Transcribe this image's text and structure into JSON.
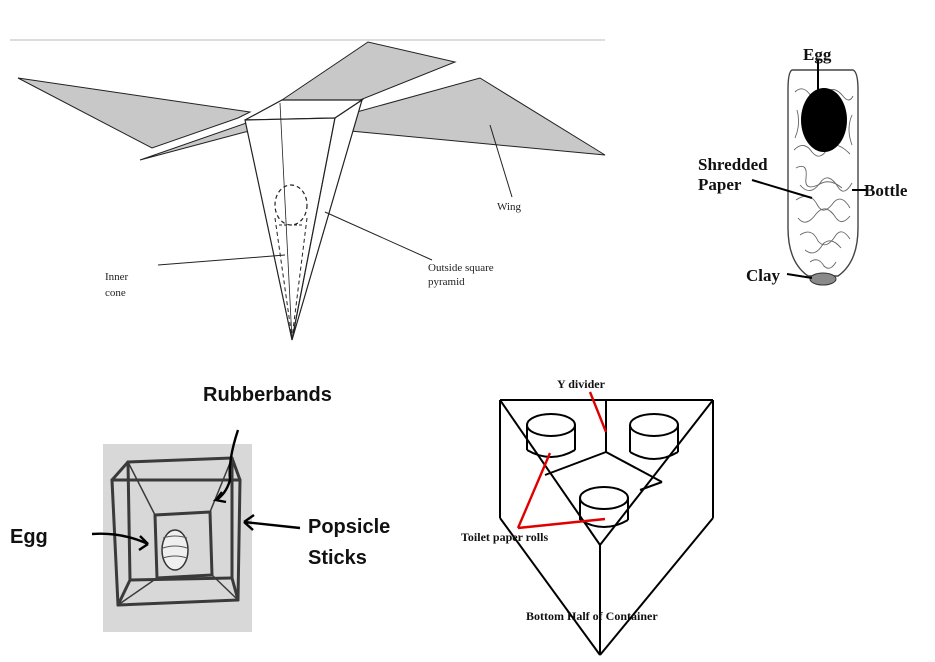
{
  "colors": {
    "wing_fill": "#c8c8c8",
    "line": "#222222",
    "pointer_red": "#e00000",
    "clay": "#8a8a8a",
    "egg": "#000000",
    "photo_bg": "#d8d8d8"
  },
  "diagram_1": {
    "labels": {
      "wing": "Wing",
      "inner_cone_line1": "Inner",
      "inner_cone_line2": "cone",
      "pyramid_line1": "Outside square",
      "pyramid_line2": "pyramid"
    }
  },
  "diagram_2": {
    "labels": {
      "egg": "Egg",
      "shredded_line1": "Shredded",
      "shredded_line2": "Paper",
      "bottle": "Bottle",
      "clay": "Clay"
    }
  },
  "diagram_3": {
    "labels": {
      "rubberbands": "Rubberbands",
      "egg": "Egg",
      "popsicle_line1": "Popsicle",
      "popsicle_line2": "Sticks"
    }
  },
  "diagram_4": {
    "labels": {
      "y_divider": "Y divider",
      "toilet_rolls": "Toilet paper rolls",
      "bottom_half": "Bottom Half of Container"
    }
  }
}
